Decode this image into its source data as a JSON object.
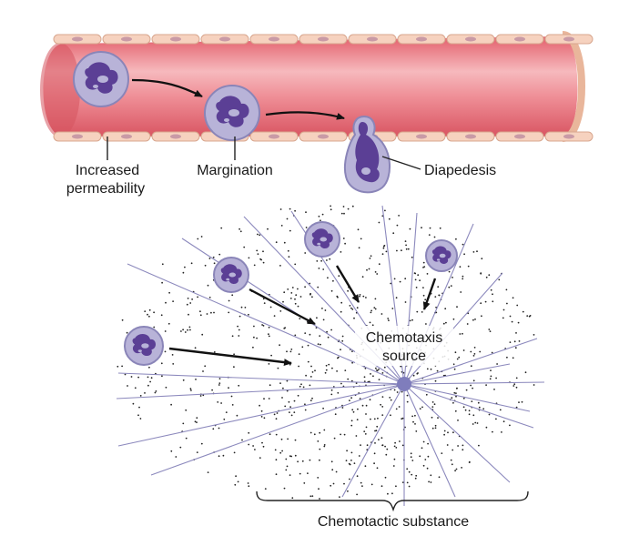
{
  "labels": {
    "increased_line1": "Increased",
    "increased_line2": "permeability",
    "margination": "Margination",
    "diapedesis": "Diapedesis",
    "chemotaxis_line1": "Chemotaxis",
    "chemotaxis_line2": "source",
    "chemotactic_substance": "Chemotactic substance"
  },
  "colors": {
    "vessel_lumen": "#e8727c",
    "vessel_highlight": "#f8c3c7",
    "endothelium": "#f6d2bf",
    "endothelium_nucleus": "#c99aa6",
    "cell_membrane": "#b8b3d8",
    "cell_nucleus": "#5b3f95",
    "ray": "#8c89bd",
    "source": "#7f7dbc",
    "arrow": "#111111"
  },
  "icons": {
    "leukocyte": "leukocyte-icon",
    "arrow": "arrow-icon"
  }
}
